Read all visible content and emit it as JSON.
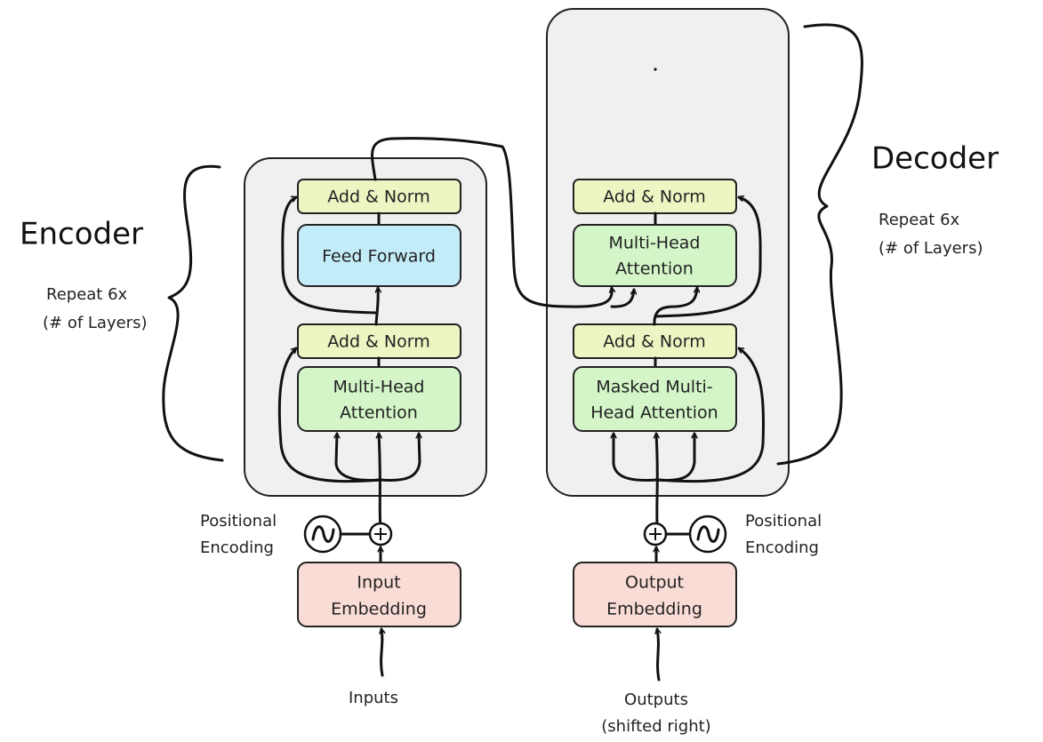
{
  "colors": {
    "add_norm": "#eef5c2",
    "feed_forward": "#c3ecf9",
    "attention": "#d3f5c8",
    "embedding": "#f9dcd6",
    "stack_background": "#f0f0f0",
    "stroke": "#222222"
  },
  "encoder": {
    "title": "Encoder",
    "repeat_line1": "Repeat 6x",
    "repeat_line2": "(# of Layers)",
    "add_norm_top": "Add & Norm",
    "feed_forward": "Feed Forward",
    "add_norm_bottom": "Add & Norm",
    "attention_line1": "Multi-Head",
    "attention_line2": "Attention",
    "positional_line1": "Positional",
    "positional_line2": "Encoding",
    "embedding_line1": "Input",
    "embedding_line2": "Embedding",
    "input_label": "Inputs"
  },
  "decoder": {
    "title": "Decoder",
    "repeat_line1": "Repeat 6x",
    "repeat_line2": "(# of Layers)",
    "add_norm_top": "Add & Norm",
    "cross_attention_line1": "Multi-Head",
    "cross_attention_line2": "Attention",
    "add_norm_bottom": "Add & Norm",
    "masked_attention_line1": "Masked Multi-",
    "masked_attention_line2": "Head Attention",
    "positional_line1": "Positional",
    "positional_line2": "Encoding",
    "embedding_line1": "Output",
    "embedding_line2": "Embedding",
    "output_line1": "Outputs",
    "output_line2": "(shifted right)"
  },
  "icons": {
    "sine": "sine-wave-icon",
    "plus": "plus-circle-icon"
  }
}
